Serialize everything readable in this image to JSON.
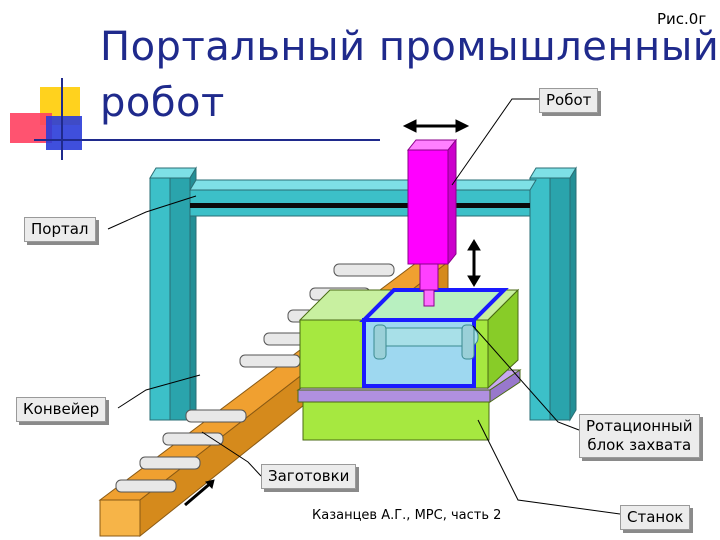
{
  "figure_number": "Рис.0г",
  "title_line1": "Портальный промышленный",
  "title_line2": "робот",
  "labels": {
    "robot": "Робот",
    "portal": "Портал",
    "conveyor": "Конвейер",
    "rotary_line1": "Ротационный",
    "rotary_line2": "блок захвата",
    "workpieces": "Заготовки",
    "machine": "Станок"
  },
  "footer": "Казанцев А.Г., МРС, часть 2",
  "colors": {
    "title": "#1f2a8c",
    "portal": "#3cc0c8",
    "robot": "#ff00ff",
    "conveyor": "#f0a030",
    "machine": "#a6e840",
    "gripper_frame": "#1a1aff"
  }
}
